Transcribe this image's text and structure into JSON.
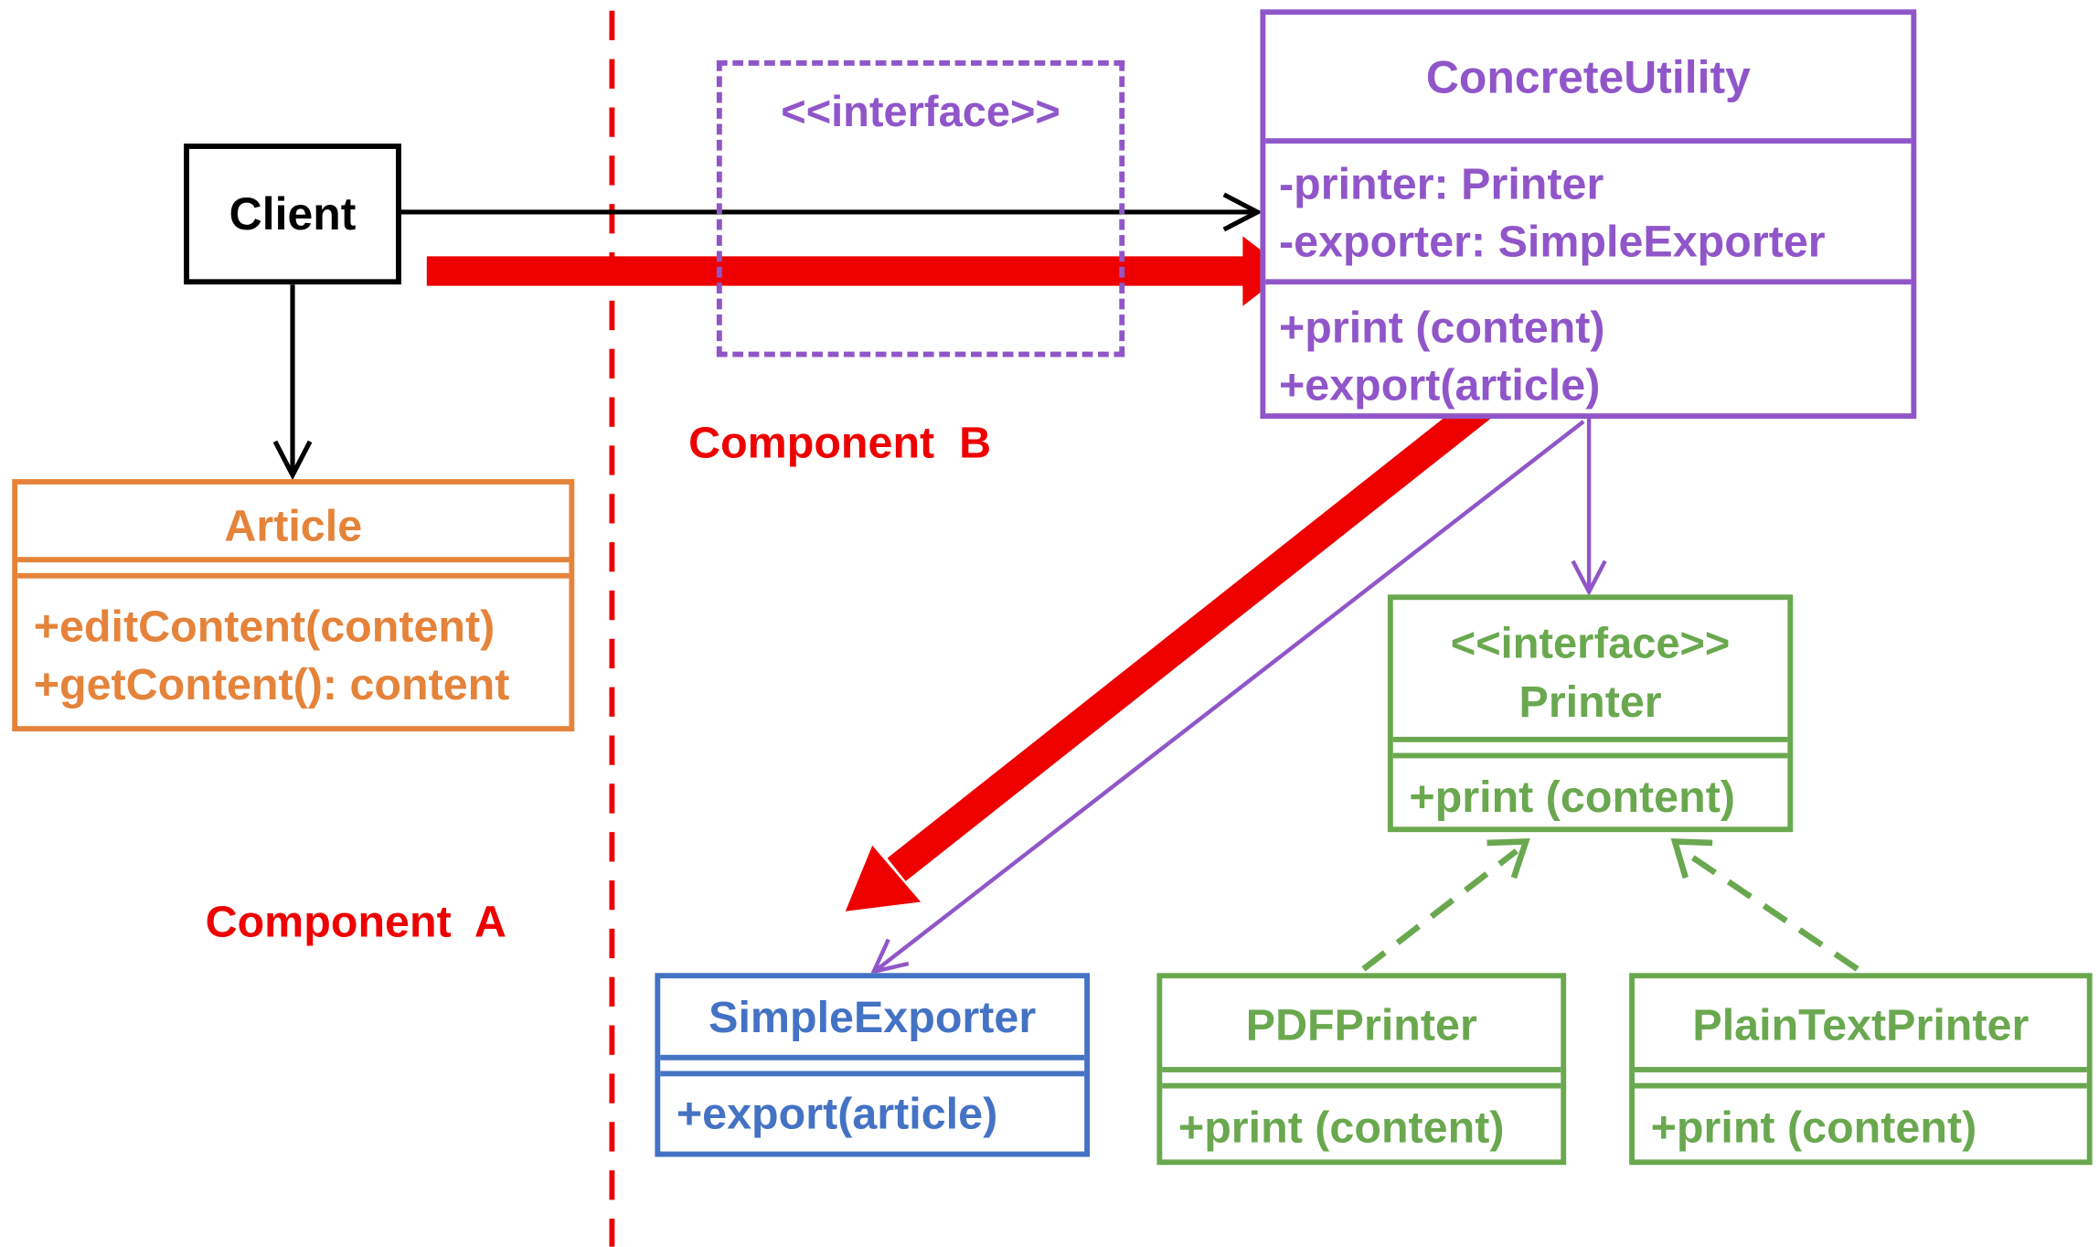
{
  "colors": {
    "client": "#000000",
    "article": "#e5833a",
    "concrete_utility": "#9056c9",
    "printer": "#6aa84f",
    "simple_exporter": "#4472c4",
    "highlight": "#ee0000"
  },
  "client": {
    "name": "Client"
  },
  "article": {
    "name": "Article",
    "methods": [
      "+editContent(content)",
      "+getContent(): content"
    ]
  },
  "interface_box": {
    "stereotype": "<<interface>>"
  },
  "concrete_utility": {
    "name": "ConcreteUtility",
    "attributes": [
      "-printer: Printer",
      "-exporter: SimpleExporter"
    ],
    "methods": [
      "+print (content)",
      "+export(article)"
    ]
  },
  "printer": {
    "stereotype": "<<interface>>",
    "name": "Printer",
    "methods": [
      "+print (content)"
    ]
  },
  "pdf_printer": {
    "name": "PDFPrinter",
    "methods": [
      "+print (content)"
    ]
  },
  "plain_text_printer": {
    "name": "PlainTextPrinter",
    "methods": [
      "+print (content)"
    ]
  },
  "simple_exporter": {
    "name": "SimpleExporter",
    "methods": [
      "+export(article)"
    ]
  },
  "components": {
    "a": "Component  A",
    "b": "Component  B"
  }
}
